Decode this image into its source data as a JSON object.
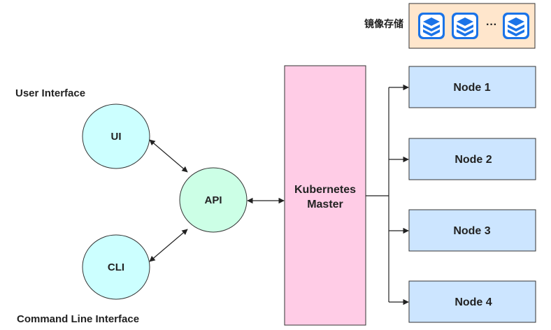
{
  "registry": {
    "label": "镜像存储",
    "ellipsis": "···",
    "icon": "image-stack-icon",
    "count_icons": 3
  },
  "labels": {
    "user_interface": "User Interface",
    "command_line_interface": "Command Line Interface"
  },
  "clients": {
    "ui": "UI",
    "cli": "CLI",
    "api": "API"
  },
  "master": {
    "line1": "Kubernetes",
    "line2": "Master"
  },
  "nodes": [
    {
      "label": "Node 1"
    },
    {
      "label": "Node 2"
    },
    {
      "label": "Node 3"
    },
    {
      "label": "Node 4"
    }
  ],
  "colors": {
    "client_fill": "#ccffff",
    "api_fill": "#ccffe6",
    "master_fill": "#ffcce6",
    "node_fill": "#cce5ff",
    "registry_fill": "#ffe6cc",
    "icon_blue": "#1a73e8",
    "stroke": "#333333"
  }
}
